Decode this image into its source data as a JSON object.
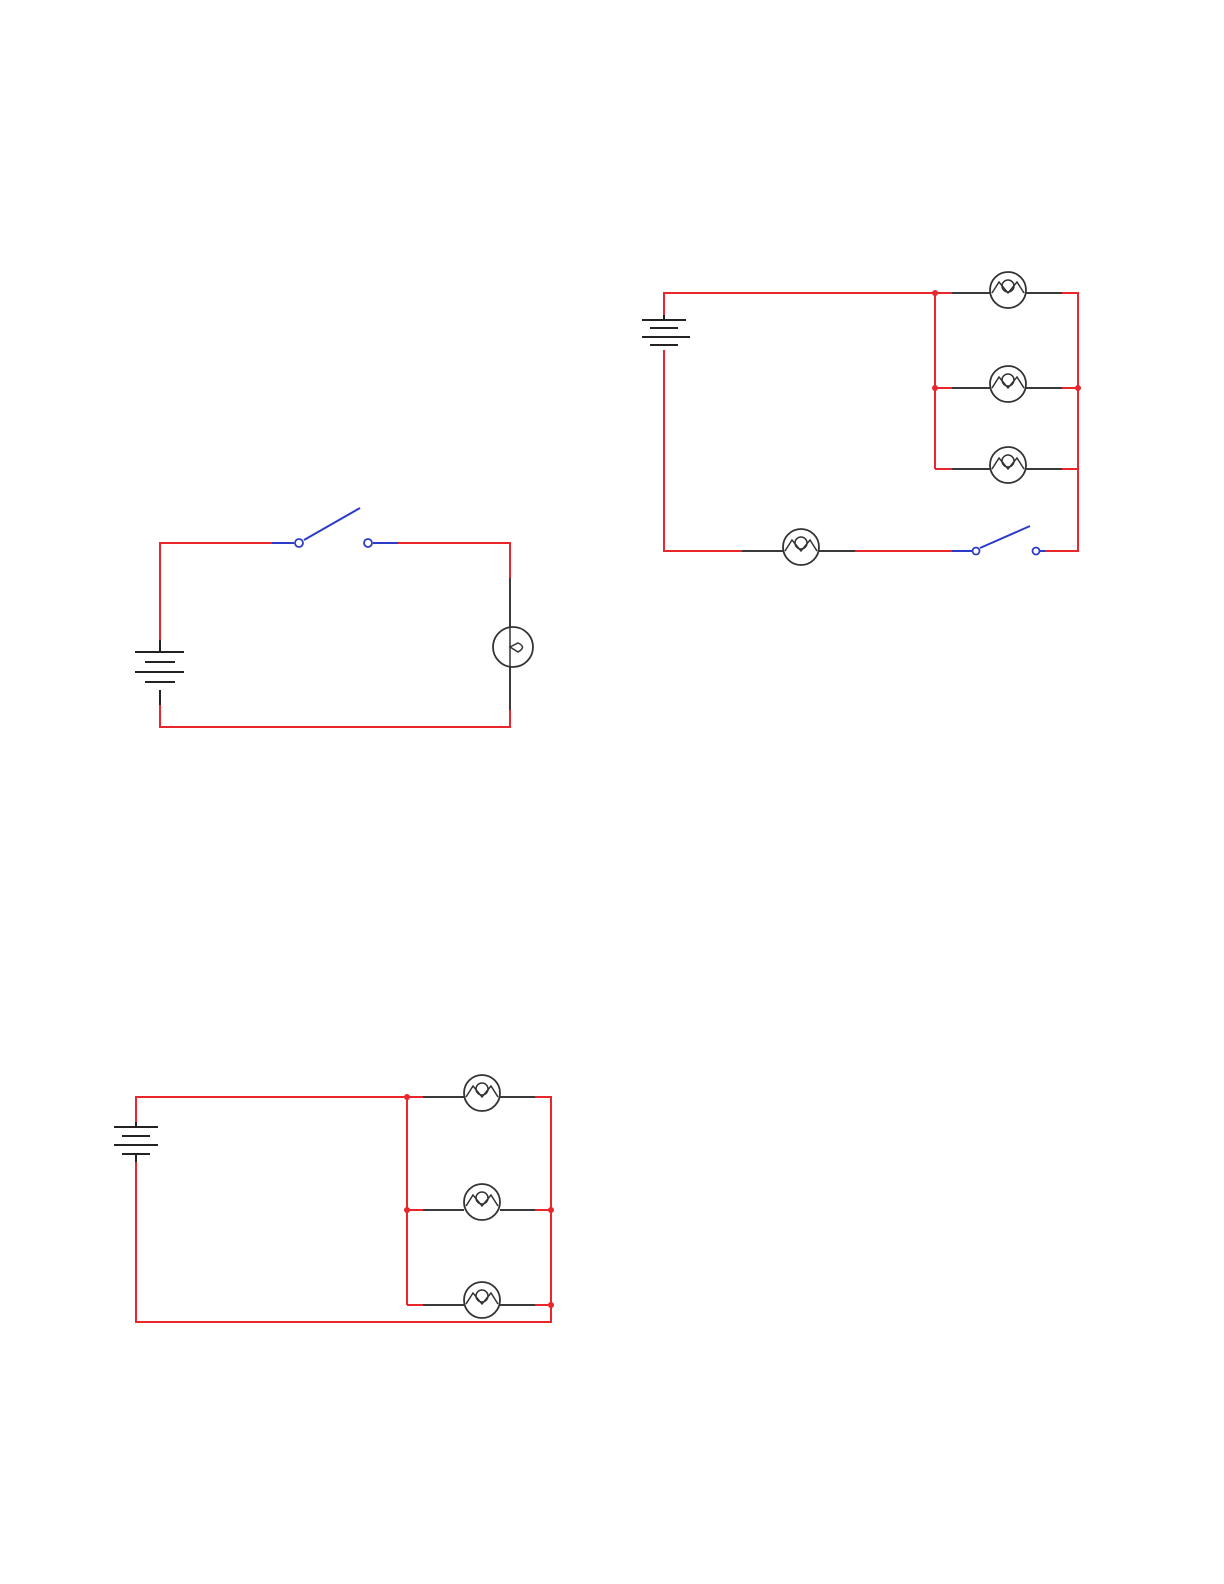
{
  "colors": {
    "wire": "#e8262b",
    "component_lead": "#3a3a3a",
    "switch": "#2c3cc8",
    "battery": "#222222",
    "background": "#ffffff"
  },
  "diagrams": [
    {
      "id": "simple-circuit",
      "components": [
        "battery-icon",
        "switch-icon",
        "bulb-icon"
      ],
      "bulbs": 1,
      "switch_state": "open"
    },
    {
      "id": "parallel-with-series-circuit",
      "components": [
        "battery-icon",
        "bulb-icon",
        "bulb-icon",
        "bulb-icon",
        "bulb-icon",
        "switch-icon"
      ],
      "bulbs": 4,
      "parallel_bulbs": 3,
      "series_bulbs": 1,
      "switch_state": "open"
    },
    {
      "id": "parallel-circuit",
      "components": [
        "battery-icon",
        "bulb-icon",
        "bulb-icon",
        "bulb-icon"
      ],
      "bulbs": 3,
      "parallel_bulbs": 3
    }
  ]
}
